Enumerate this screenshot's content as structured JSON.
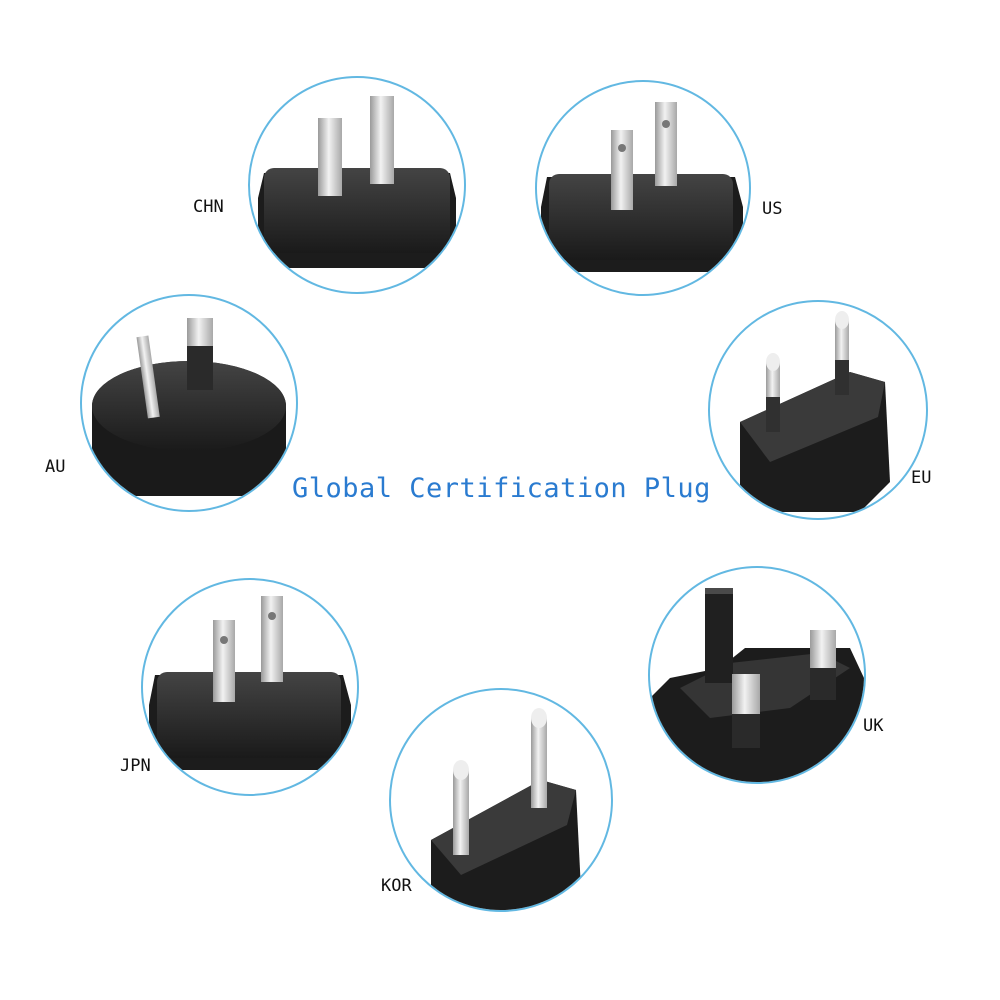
{
  "title": "Global Certification Plug",
  "colors": {
    "title": "#2a7bd0",
    "ring": "#62b8e2",
    "plug_body": "#262626",
    "pin": "#cfcfcf"
  },
  "plugs": [
    {
      "label": "CHN",
      "icon": "chn-plug-icon"
    },
    {
      "label": "US",
      "icon": "us-plug-icon"
    },
    {
      "label": "AU",
      "icon": "au-plug-icon"
    },
    {
      "label": "EU",
      "icon": "eu-plug-icon"
    },
    {
      "label": "JPN",
      "icon": "jpn-plug-icon"
    },
    {
      "label": "UK",
      "icon": "uk-plug-icon"
    },
    {
      "label": "KOR",
      "icon": "kor-plug-icon"
    }
  ]
}
